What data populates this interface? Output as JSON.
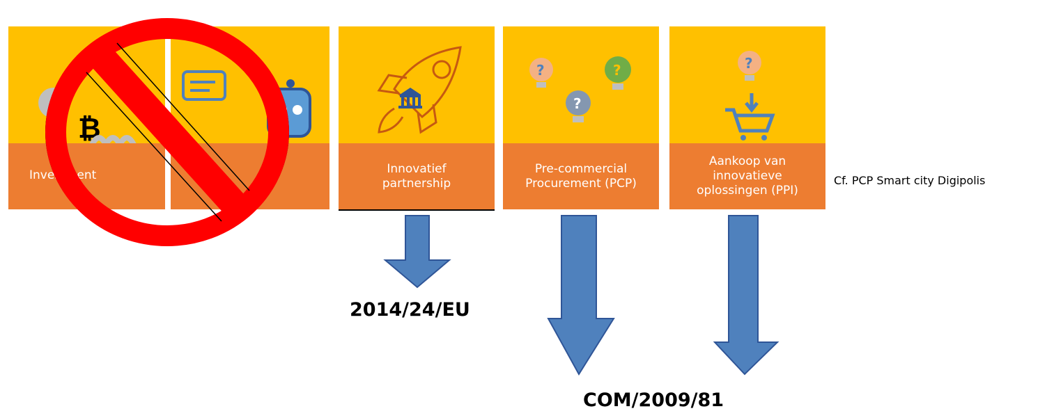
{
  "cards": [
    {
      "label_lines": [
        "",
        "Investment"
      ]
    },
    {
      "label_lines": [
        "",
        ""
      ]
    },
    {
      "label_lines": [
        "Innovatief",
        "partnership"
      ]
    },
    {
      "label_lines": [
        "Pre-commercial",
        "Procurement (PCP)"
      ]
    },
    {
      "label_lines": [
        "Aankoop van",
        "innovatieve",
        "oplossingen (PPI)"
      ]
    }
  ],
  "prohibition_icon": "no-entry-sign",
  "note": "Cf. PCP Smart city Digipolis",
  "labels": {
    "directive": "2014/24/EU",
    "communication": "COM/2009/81"
  },
  "colors": {
    "card_top": "#FFC000",
    "card_bottom": "#ED7D31",
    "arrow": "#4F81BD",
    "prohibition": "#FF0000"
  }
}
